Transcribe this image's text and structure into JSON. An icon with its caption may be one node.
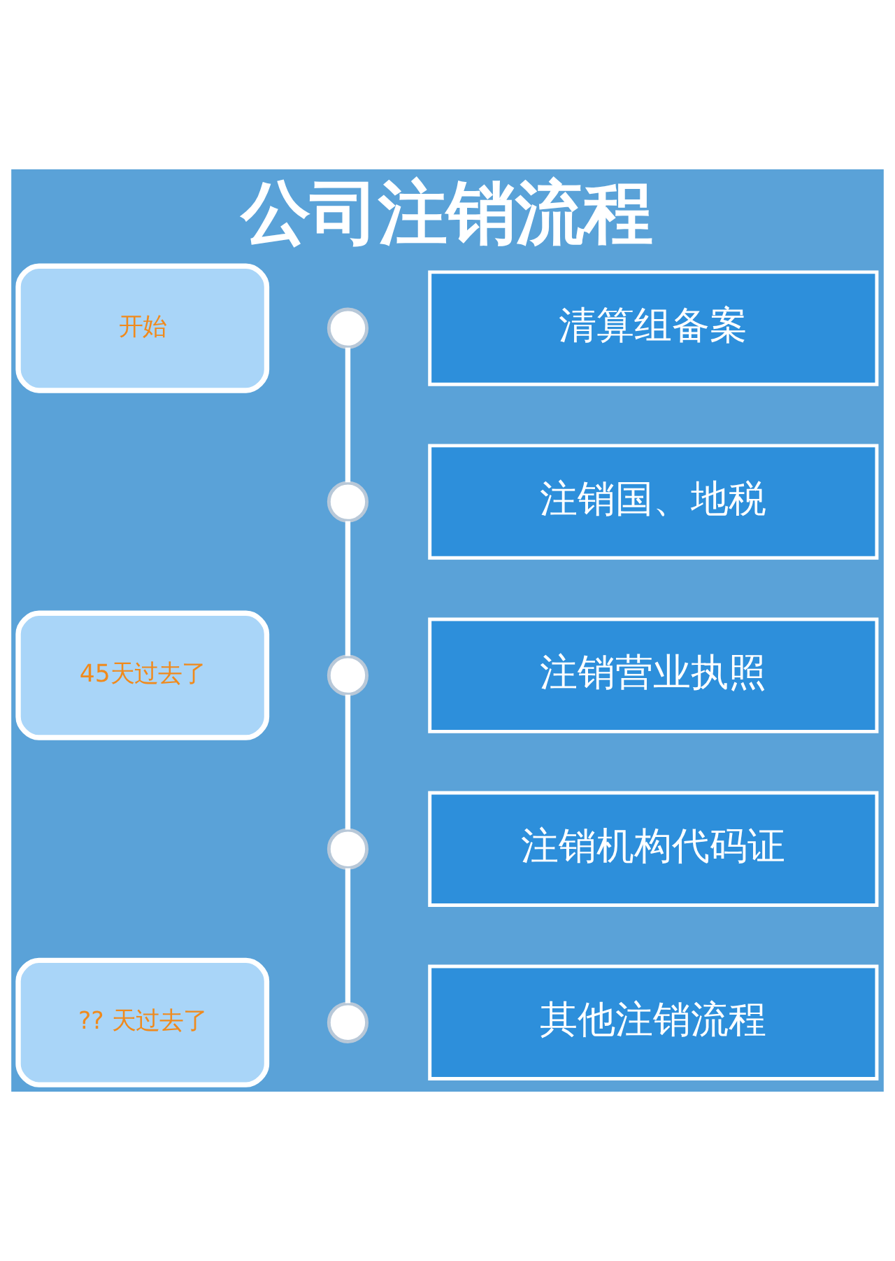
{
  "diagram": {
    "title": "公司注销流程",
    "nodes": [
      {
        "text": [
          "开始"
        ]
      },
      {
        "text": [],
        "shape": "circle"
      },
      {
        "text": [
          "清算组备案"
        ]
      },
      {
        "text": [],
        "shape": "circle"
      },
      {
        "text": [
          "注销国、地税"
        ]
      },
      {
        "text": [
          "45天过去了"
        ]
      },
      {
        "text": [],
        "shape": "circle"
      },
      {
        "text": [
          "注销营业执照"
        ]
      },
      {
        "text": [],
        "shape": "circle"
      },
      {
        "text": [
          "注销机构代码证"
        ]
      },
      {
        "text": [
          "?? 天过去了"
        ]
      },
      {
        "text": [],
        "shape": "circle"
      },
      {
        "text": [
          "其他注销流程"
        ]
      }
    ],
    "edges": [
      {
        "from": 1,
        "to": 3,
        "arrow": "none"
      },
      {
        "from": 3,
        "to": 6,
        "arrow": "none"
      },
      {
        "from": 6,
        "to": 8,
        "arrow": "none"
      },
      {
        "from": 8,
        "to": 11,
        "arrow": "none"
      }
    ]
  }
}
